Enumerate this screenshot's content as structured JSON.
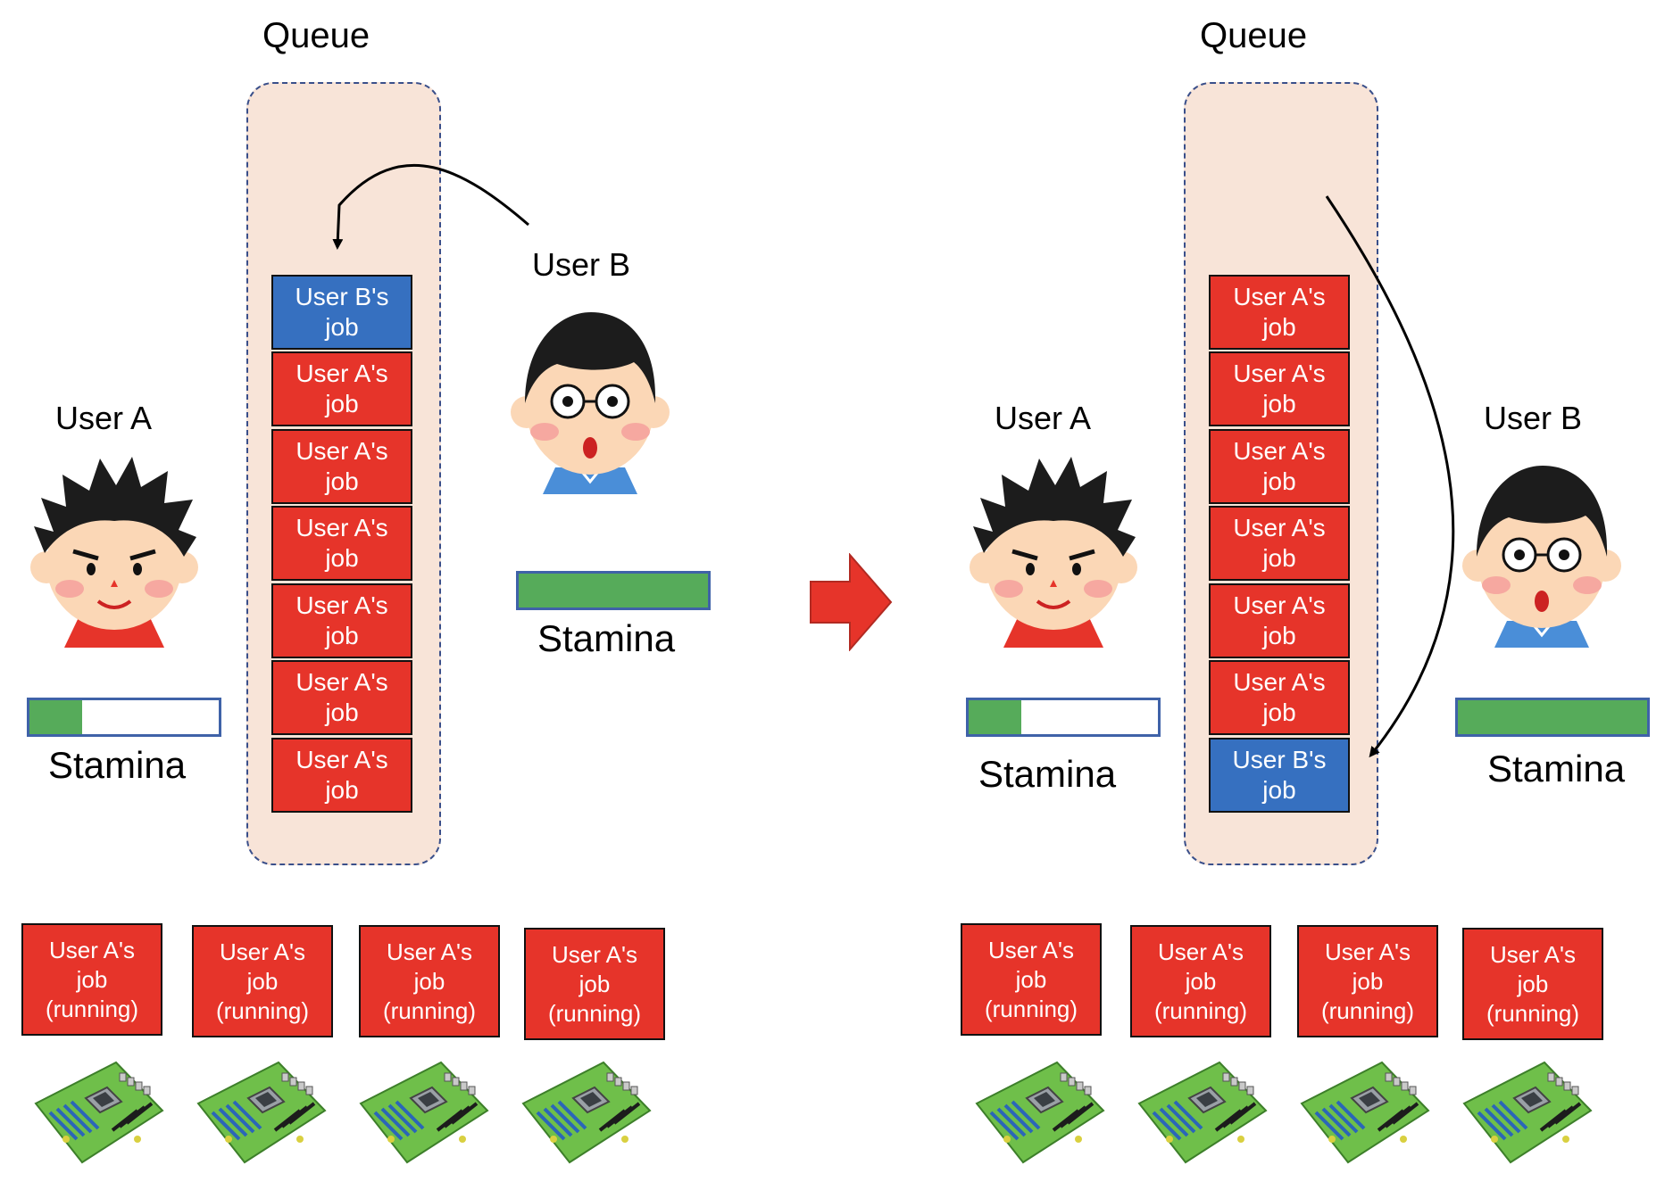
{
  "left": {
    "queue_title": "Queue",
    "user_a": {
      "name": "User A",
      "stamina_label": "Stamina",
      "stamina_level": 0.28
    },
    "user_b": {
      "name": "User B",
      "stamina_label": "Stamina",
      "stamina_level": 1.0
    },
    "queue_jobs": [
      {
        "owner": "b",
        "line1": "User B's",
        "line2": "job"
      },
      {
        "owner": "a",
        "line1": "User A's",
        "line2": "job"
      },
      {
        "owner": "a",
        "line1": "User A's",
        "line2": "job"
      },
      {
        "owner": "a",
        "line1": "User A's",
        "line2": "job"
      },
      {
        "owner": "a",
        "line1": "User A's",
        "line2": "job"
      },
      {
        "owner": "a",
        "line1": "User A's",
        "line2": "job"
      },
      {
        "owner": "a",
        "line1": "User A's",
        "line2": "job"
      }
    ],
    "running_jobs": [
      {
        "line1": "User A's",
        "line2": "job",
        "line3": "(running)"
      },
      {
        "line1": "User A's",
        "line2": "job",
        "line3": "(running)"
      },
      {
        "line1": "User A's",
        "line2": "job",
        "line3": "(running)"
      },
      {
        "line1": "User A's",
        "line2": "job",
        "line3": "(running)"
      }
    ]
  },
  "right": {
    "queue_title": "Queue",
    "user_a": {
      "name": "User A",
      "stamina_label": "Stamina",
      "stamina_level": 0.28
    },
    "user_b": {
      "name": "User B",
      "stamina_label": "Stamina",
      "stamina_level": 1.0
    },
    "queue_jobs": [
      {
        "owner": "a",
        "line1": "User A's",
        "line2": "job"
      },
      {
        "owner": "a",
        "line1": "User A's",
        "line2": "job"
      },
      {
        "owner": "a",
        "line1": "User A's",
        "line2": "job"
      },
      {
        "owner": "a",
        "line1": "User A's",
        "line2": "job"
      },
      {
        "owner": "a",
        "line1": "User A's",
        "line2": "job"
      },
      {
        "owner": "a",
        "line1": "User A's",
        "line2": "job"
      },
      {
        "owner": "b",
        "line1": "User B's",
        "line2": "job"
      }
    ],
    "running_jobs": [
      {
        "line1": "User A's",
        "line2": "job",
        "line3": "(running)"
      },
      {
        "line1": "User A's",
        "line2": "job",
        "line3": "(running)"
      },
      {
        "line1": "User A's",
        "line2": "job",
        "line3": "(running)"
      },
      {
        "line1": "User A's",
        "line2": "job",
        "line3": "(running)"
      }
    ]
  },
  "colors": {
    "user_a_job": "#e6342a",
    "user_b_job": "#3670c0",
    "stamina_fill": "#56ab5a",
    "stamina_border": "#3f62a8",
    "queue_background": "#f8e4d8",
    "transition_arrow": "#e6342a"
  },
  "icons": [
    "user-a-boy-icon",
    "user-b-glasses-icon",
    "motherboard-icon",
    "transition-arrow-icon"
  ]
}
